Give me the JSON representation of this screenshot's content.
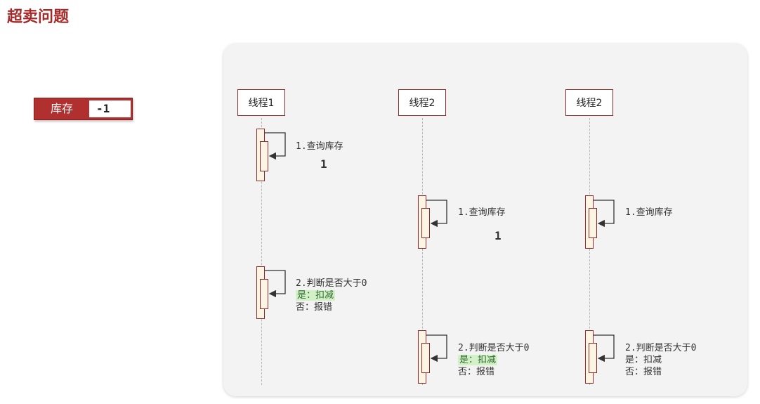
{
  "title": "超卖问题",
  "stock": {
    "label": "库存",
    "value": "-1"
  },
  "threads": [
    {
      "name": "线程1",
      "query_step": "1.查询库存",
      "query_result": "1",
      "judge_step": {
        "line1": "2.判断是否大于0",
        "yes": "是：扣减",
        "no": "否：报错"
      }
    },
    {
      "name": "线程2",
      "query_step": "1.查询库存",
      "query_result": "1",
      "judge_step": {
        "line1": "2.判断是否大于0",
        "yes": "是：扣减",
        "no": "否：报错"
      }
    },
    {
      "name": "线程2",
      "query_step": "1.查询库存",
      "query_result": "",
      "judge_step": {
        "line1": "2.判断是否大于0",
        "yes": "是：扣减",
        "no": "否：报错"
      }
    }
  ],
  "colors": {
    "accent": "#a52a2a",
    "activation_fill": "#fdf4e3",
    "highlight": "#d4f0c8"
  }
}
